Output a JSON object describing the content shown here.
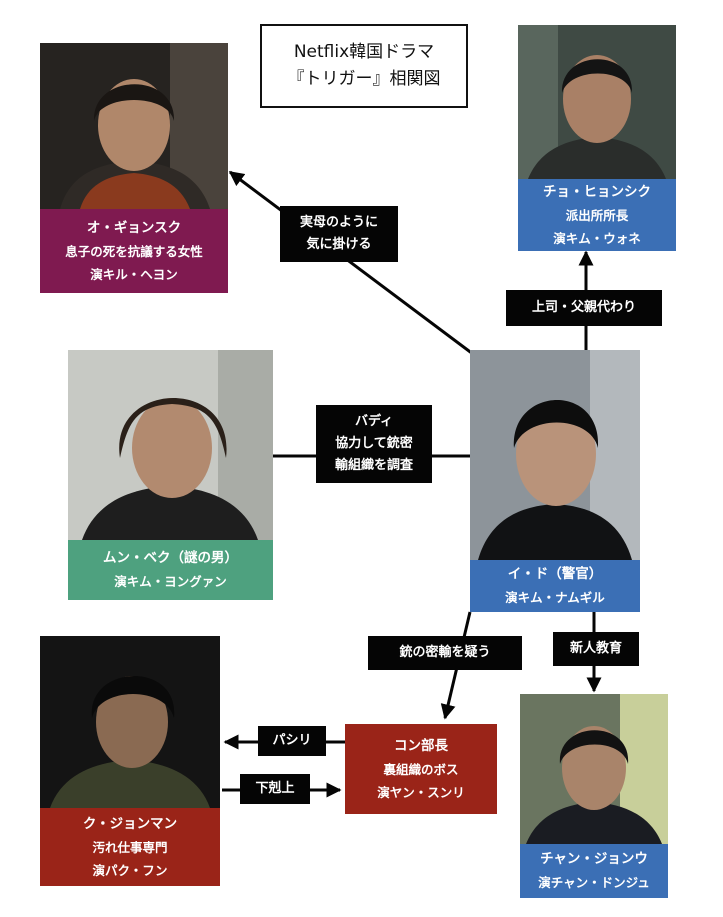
{
  "title": {
    "line1": "Netflix韓国ドラマ",
    "line2": "『トリガー』相関図"
  },
  "colors": {
    "magenta": "#7f1a50",
    "blue": "#3b6fb5",
    "green": "#4ea17f",
    "red": "#9a2418",
    "black": "#050505"
  },
  "characters": {
    "oh": {
      "name": "オ・ギョンスク",
      "role": "息子の死を抗議する女性",
      "actor": "演キル・ヘヨン"
    },
    "cho": {
      "name": "チョ・ヒョンシク",
      "role": "派出所所長",
      "actor": "演キム・ウォネ"
    },
    "moon": {
      "name": "ムン・ベク（謎の男）",
      "actor": "演キム・ヨングァン"
    },
    "lee": {
      "name": "イ・ド（警官）",
      "actor": "演キム・ナムギル"
    },
    "kong": {
      "name": "コン部長",
      "role": "裏組織のボス",
      "actor": "演ヤン・スンリ"
    },
    "koo": {
      "name": "ク・ジョンマン",
      "role": "汚れ仕事専門",
      "actor": "演パク・フン"
    },
    "chang": {
      "name": "チャン・ジョンウ",
      "actor": "演チャン・ドンジュ"
    }
  },
  "relations": {
    "lee_oh": {
      "line1": "実母のように",
      "line2": "気に掛ける"
    },
    "lee_cho": {
      "line1": "上司・父親代わり"
    },
    "lee_moon": {
      "line1": "バディ",
      "line2": "協力して銃密",
      "line3": "輸組織を調査"
    },
    "lee_kong": {
      "line1": "銃の密輸を疑う"
    },
    "lee_chang": {
      "line1": "新人教育"
    },
    "kong_koo": {
      "line1": "パシリ"
    },
    "koo_kong": {
      "line1": "下剋上"
    }
  }
}
